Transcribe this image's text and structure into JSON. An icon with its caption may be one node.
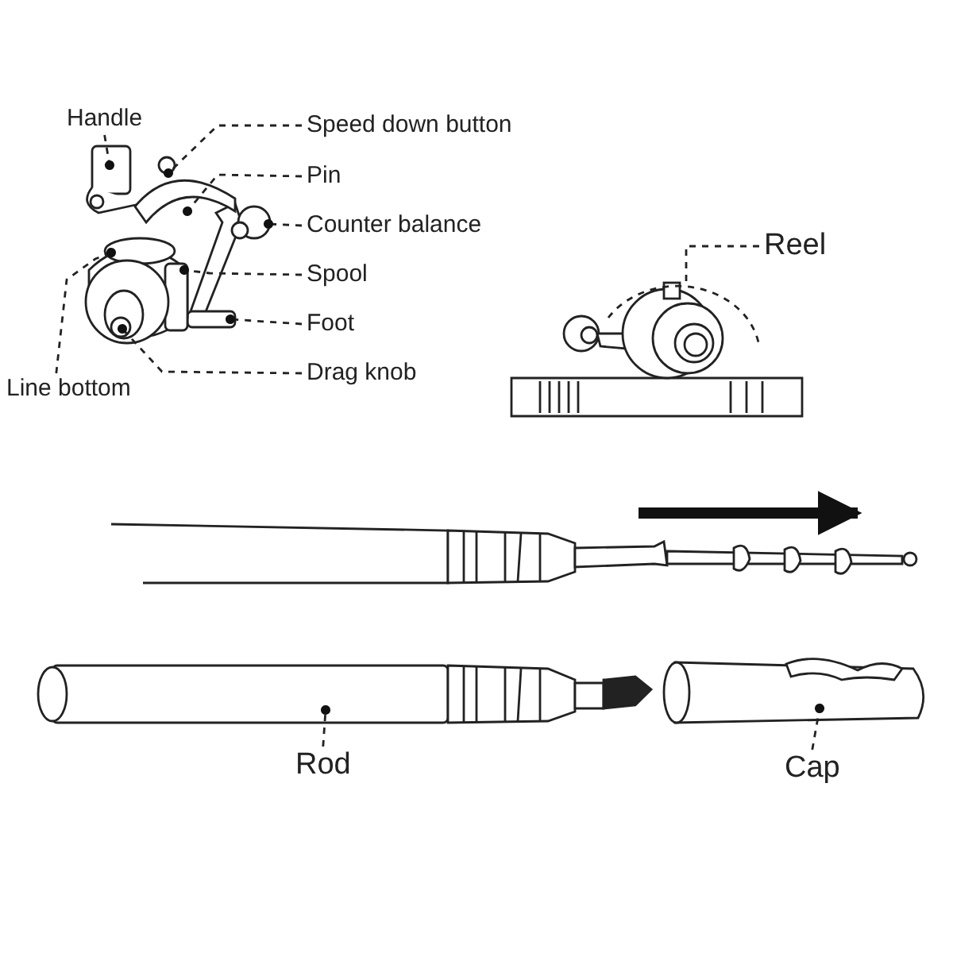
{
  "diagram": {
    "nodes": [
      {
        "text": [
          "Handle"
        ]
      },
      {
        "text": [
          "Speed down button"
        ]
      },
      {
        "text": [
          "Pin"
        ]
      },
      {
        "text": [
          "Counter balance"
        ]
      },
      {
        "text": [
          "Spool"
        ]
      },
      {
        "text": [
          "Foot"
        ]
      },
      {
        "text": [
          "Drag knob"
        ]
      },
      {
        "text": [
          "Line bottom"
        ]
      },
      {
        "text": [
          "Reel"
        ]
      },
      {
        "text": [
          "Rod"
        ]
      },
      {
        "text": [
          "Cap"
        ]
      },
      {
        "text": [],
        "shape": "box"
      },
      {
        "text": [],
        "shape": "circle"
      },
      {
        "text": [],
        "shape": "picture"
      },
      {
        "text": [],
        "shape": "circle"
      },
      {
        "text": [],
        "shape": "box"
      },
      {
        "text": [],
        "shape": "box"
      },
      {
        "text": [],
        "shape": "circle"
      },
      {
        "text": [],
        "shape": "circle"
      },
      {
        "text": [],
        "shape": "picture"
      },
      {
        "text": [],
        "shape": "box"
      },
      {
        "text": [],
        "shape": "picture"
      }
    ],
    "edges": [
      {
        "from": 0,
        "to": 11,
        "arrow": "other"
      },
      {
        "from": 1,
        "to": 12,
        "arrow": "other"
      },
      {
        "from": 2,
        "to": 13,
        "arrow": "other"
      },
      {
        "from": 3,
        "to": 14,
        "arrow": "other"
      },
      {
        "from": 4,
        "to": 15,
        "arrow": "other"
      },
      {
        "from": 5,
        "to": 16,
        "arrow": "other"
      },
      {
        "from": 6,
        "to": 17,
        "arrow": "other"
      },
      {
        "from": 7,
        "to": 18,
        "arrow": "other"
      },
      {
        "from": 8,
        "to": 19,
        "arrow": "none"
      },
      {
        "from": 9,
        "to": 20,
        "arrow": "other"
      },
      {
        "from": 10,
        "to": 21,
        "arrow": "other"
      }
    ]
  }
}
